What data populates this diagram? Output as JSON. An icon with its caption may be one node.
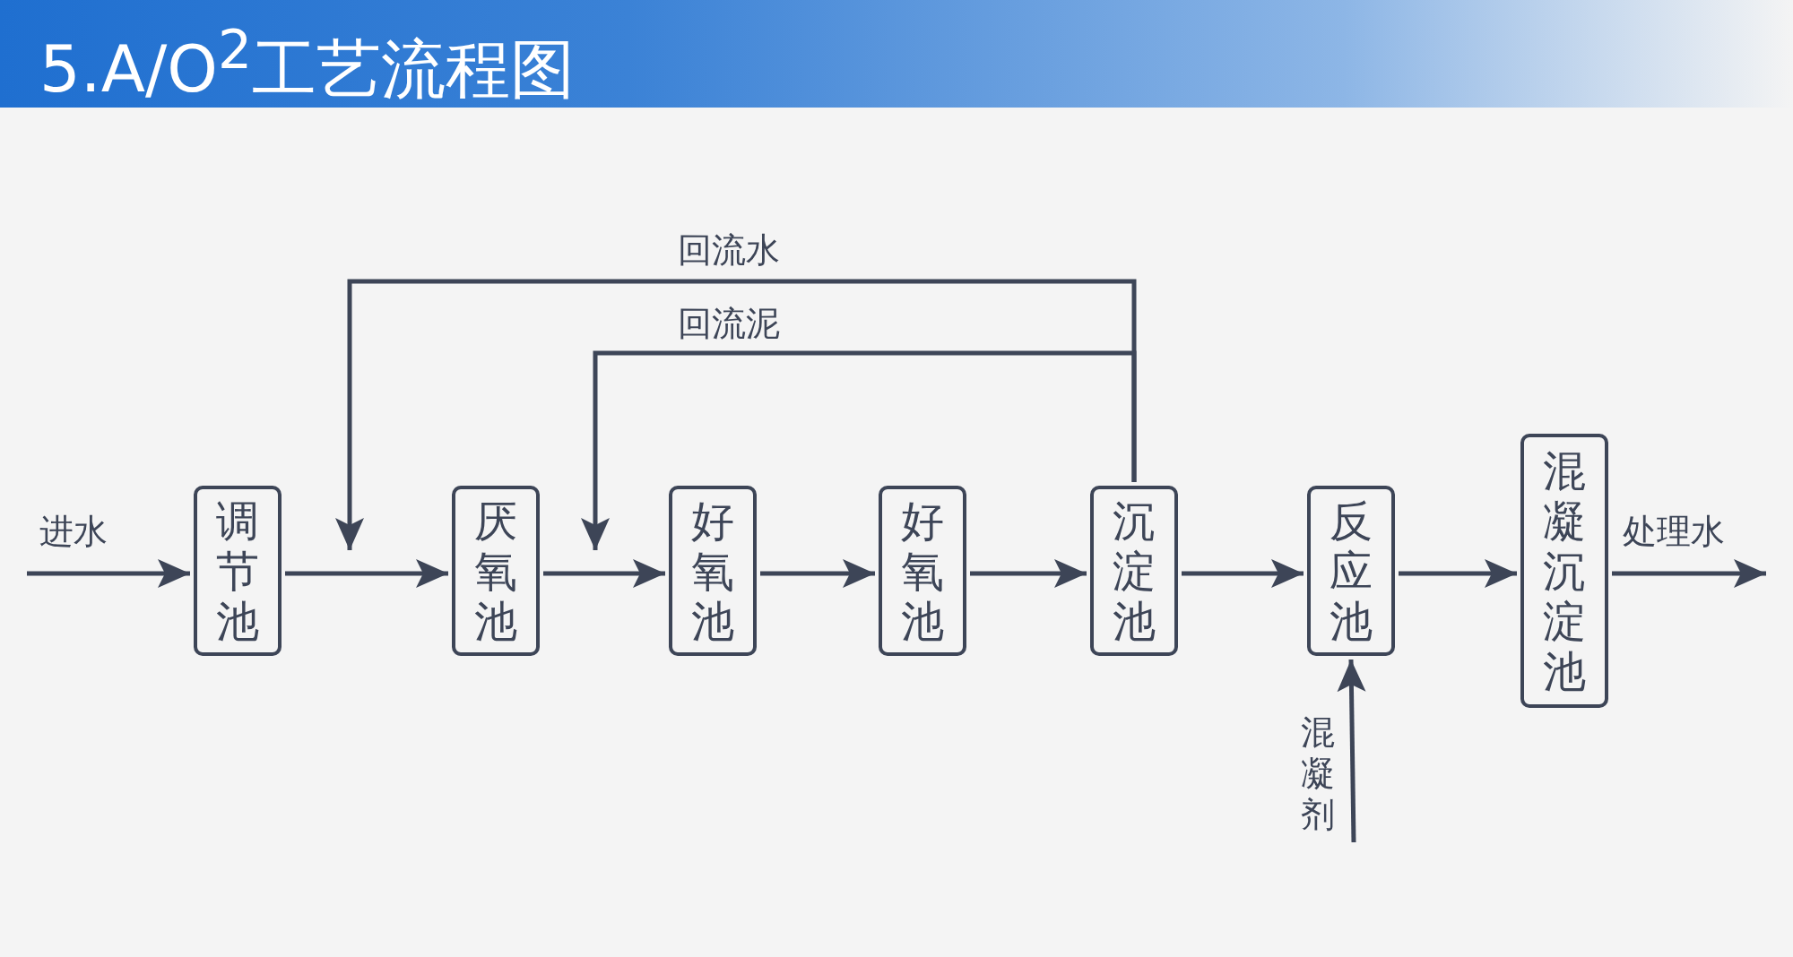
{
  "diagram": {
    "title": "5.A/O$^{2}$工艺流程图",
    "nodes": [
      {
        "text": [
          "调节池"
        ]
      },
      {
        "text": [
          "厌氧池"
        ]
      },
      {
        "text": [
          "好氧池"
        ]
      },
      {
        "text": [
          "好氧池"
        ]
      },
      {
        "text": [
          "沉淀池"
        ]
      },
      {
        "text": [
          "反应池"
        ]
      },
      {
        "text": [
          "混凝沉淀池"
        ]
      }
    ],
    "edges": [
      {
        "from": null,
        "to": 0,
        "arrow": "to",
        "label": "进水"
      },
      {
        "from": 0,
        "to": 1,
        "arrow": "to"
      },
      {
        "from": 1,
        "to": 2,
        "arrow": "to"
      },
      {
        "from": 2,
        "to": 3,
        "arrow": "to"
      },
      {
        "from": 3,
        "to": 4,
        "arrow": "to"
      },
      {
        "from": 4,
        "to": 5,
        "arrow": "to"
      },
      {
        "from": 5,
        "to": 6,
        "arrow": "to"
      },
      {
        "from": 6,
        "to": null,
        "arrow": "to",
        "label": "处理水"
      },
      {
        "from": null,
        "to": 5,
        "arrow": "to",
        "label": "混凝剂"
      },
      {
        "from": 4,
        "to": null,
        "arrow": "to",
        "label": "回流水"
      },
      {
        "from": 4,
        "to": null,
        "arrow": "to",
        "label": "回流泥"
      }
    ]
  }
}
